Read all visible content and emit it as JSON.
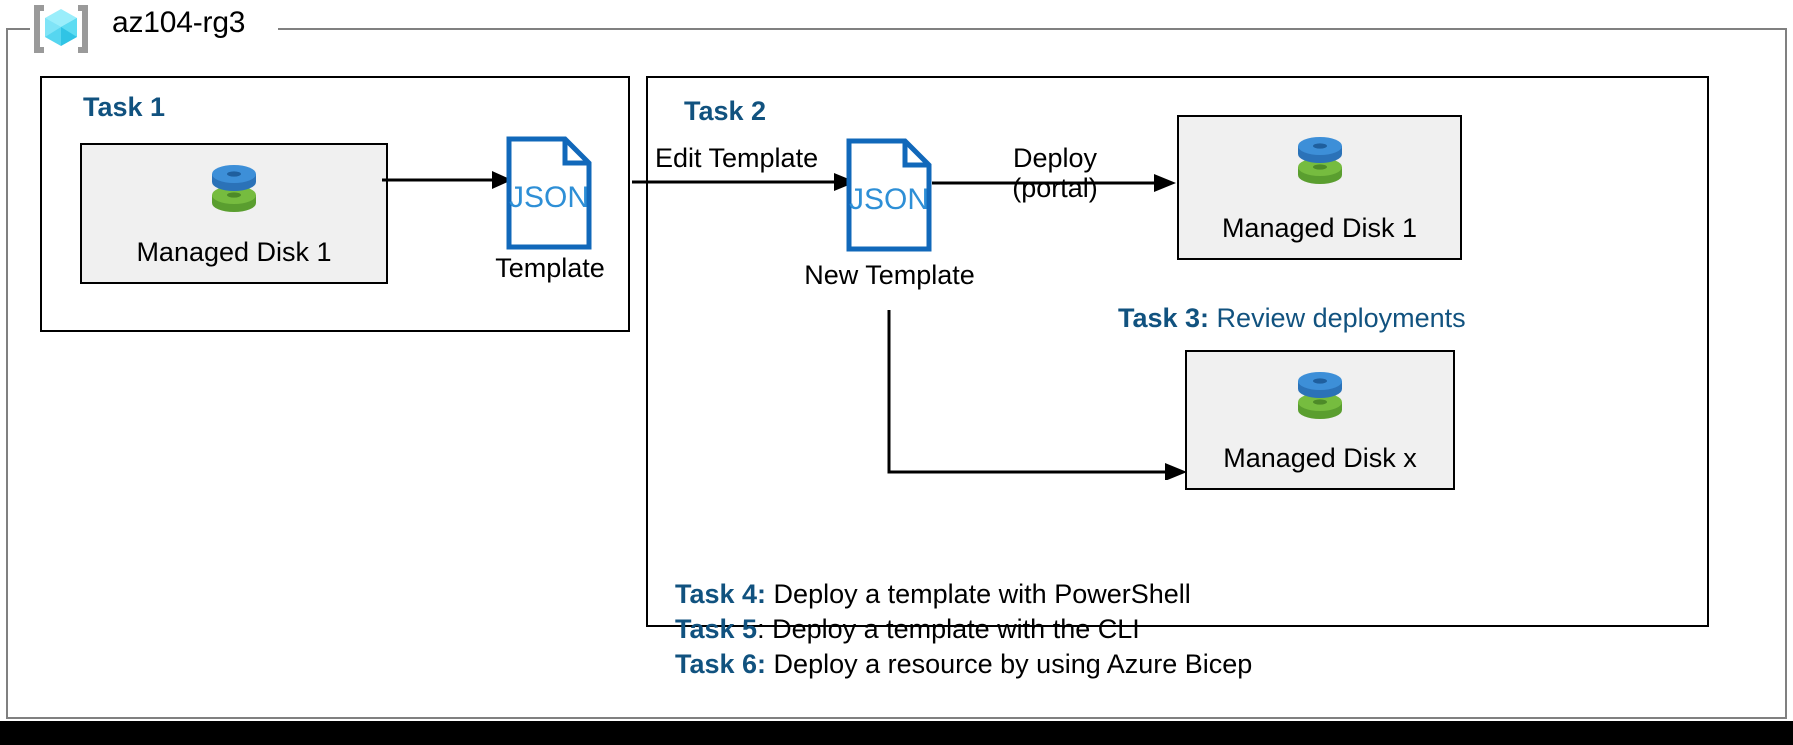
{
  "diagram": {
    "title": "az104-rg3",
    "resource_group_icon": "resource-group-cube-icon"
  },
  "task1": {
    "heading": "Task 1",
    "resource": {
      "label": "Managed Disk 1",
      "icon": "managed-disk-icon"
    },
    "template": {
      "doc_text": "JSON",
      "caption": "Template",
      "icon": "json-document-icon"
    },
    "arrow": "arrow-disk-to-template"
  },
  "task2": {
    "heading": "Task 2",
    "edit_label": "Edit Template",
    "new_template": {
      "doc_text": "JSON",
      "caption": "New Template",
      "icon": "json-document-icon"
    },
    "deploy_label_line1": "Deploy",
    "deploy_label_line2": "(portal)",
    "deployed_resource_top": {
      "label": "Managed Disk 1",
      "icon": "managed-disk-icon"
    },
    "deployed_resource_bottom": {
      "label": "Managed Disk x",
      "icon": "managed-disk-icon"
    }
  },
  "notes": {
    "task3_key": "Task 3:",
    "task3_text": " Review deployments",
    "task4_key": "Task 4:",
    "task4_text": " Deploy a template with PowerShell",
    "task5_key": "Task 5",
    "task5_text": ": Deploy a template with the CLI",
    "task6_key": "Task 6:",
    "task6_text": " Deploy a resource by using Azure Bicep"
  },
  "colors": {
    "azure_blue": "#11527f",
    "json_blue": "#1168ba",
    "json_text_blue": "#2a8ad4",
    "card_fill": "#f0f0f0",
    "frame_gray": "#808080",
    "disk_blue": "#3b8ede",
    "disk_green": "#6cbe45",
    "cube_cyan": "#5ae0f5"
  }
}
